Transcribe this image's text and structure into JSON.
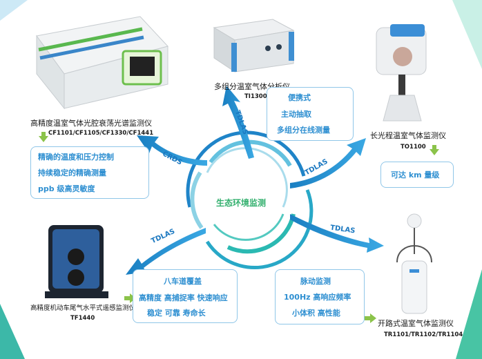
{
  "center": {
    "label": "生态环境监测"
  },
  "techniques": {
    "crds": "CRDS",
    "tdlas_top": "TDLAS",
    "tdlas_right": "TDLAS",
    "tdlas_left": "TDLAS",
    "tdlas_bottom_right": "TDLAS"
  },
  "devices": {
    "cavity": {
      "name": "高精度温室气体光腔衰荡光谱监测仪",
      "model": "CF1101/CF1105/CF1330/CF1441",
      "features": [
        "精确的温度和压力控制",
        "持续稳定的精确测量",
        "ppb 级高灵敏度"
      ]
    },
    "multi": {
      "name": "多组分温室气体分析仪",
      "model": "TI1300",
      "features": [
        "便携式",
        "主动抽取",
        "多组分在线测量"
      ]
    },
    "longpath": {
      "name": "长光程温室气体监测仪",
      "model": "TO1100",
      "features": [
        "可达 km 量级"
      ]
    },
    "vehicle": {
      "name": "高精度机动车尾气水平式遥感监测仪",
      "model": "TF1440",
      "features": [
        "八车道覆盖",
        "高精度 高捕捉率 快速响应",
        "稳定 可靠 寿命长"
      ]
    },
    "openpath": {
      "name": "开路式温室气体监测仪",
      "model": "TR1101/TR1102/TR1104",
      "features": [
        "脉动监测",
        "100Hz 高响应频率",
        "小体积 高性能"
      ]
    }
  }
}
